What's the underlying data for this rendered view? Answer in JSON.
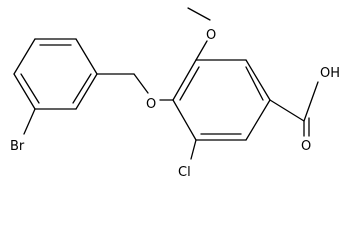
{
  "molecule": {
    "atom_labels": {
      "bromine": "Br",
      "ether_oxygen": "O",
      "methoxy_oxygen": "O",
      "chlorine": "Cl",
      "carboxyl_oxygen": "O",
      "hydroxyl": "OH"
    },
    "colors": {
      "bond": "#000000",
      "label": "#000000",
      "background": "#ffffff"
    }
  }
}
